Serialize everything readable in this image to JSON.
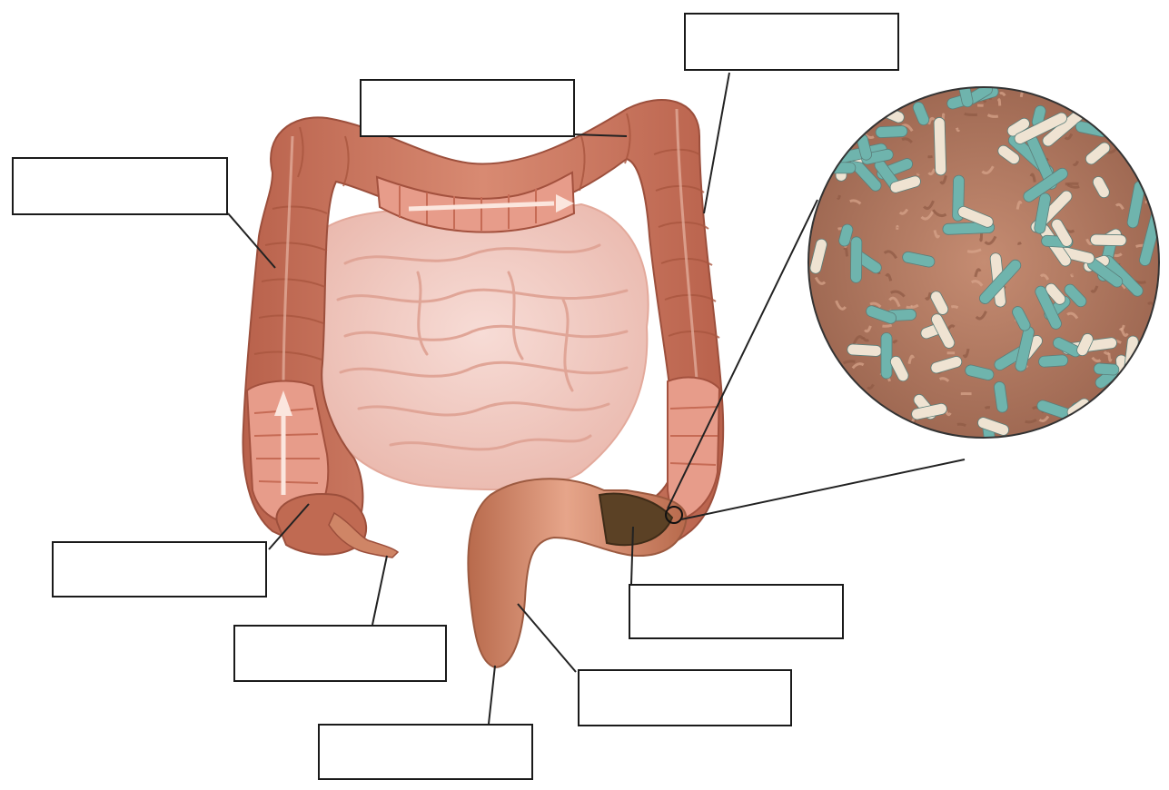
{
  "diagram": {
    "labels": [
      {
        "id": "label-top-right",
        "text": ""
      },
      {
        "id": "label-top-center",
        "text": ""
      },
      {
        "id": "label-left-upper",
        "text": ""
      },
      {
        "id": "label-left-lower",
        "text": ""
      },
      {
        "id": "label-bottom-left",
        "text": ""
      },
      {
        "id": "label-right-middle",
        "text": ""
      },
      {
        "id": "label-bottom-right",
        "text": ""
      },
      {
        "id": "label-bottom-center",
        "text": ""
      }
    ],
    "colors": {
      "colon_wall": "#c97760",
      "colon_lumen": "#e49a8a",
      "small_intestine": "#f2cfc8",
      "rectum": "#cf8460",
      "bacteria_bg": "#b88064",
      "bacteria_teal": "#6fb4ad",
      "bacteria_cream": "#efe3d2",
      "leader_line": "#222222"
    }
  }
}
